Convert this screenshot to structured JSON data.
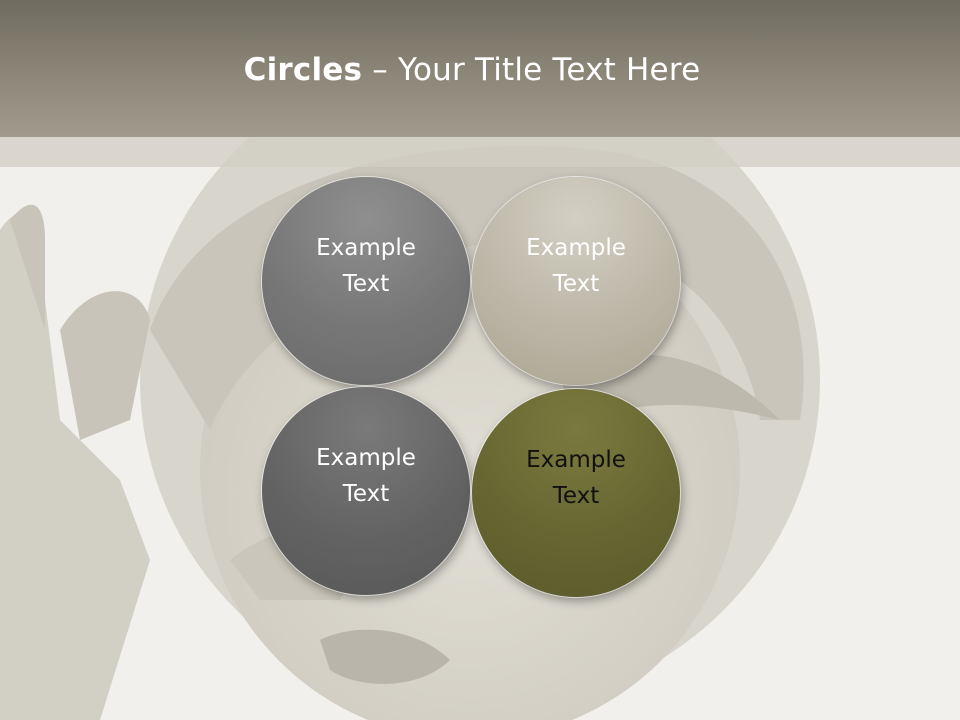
{
  "slide": {
    "title_bold": "Circles",
    "title_rest": " – Your Title Text Here",
    "circles": [
      {
        "label_line1": "Example",
        "label_line2": "Text",
        "color": "#777777"
      },
      {
        "label_line1": "Example",
        "label_line2": "Text",
        "color": "#bbb6a6"
      },
      {
        "label_line1": "Example",
        "label_line2": "Text",
        "color": "#636363"
      },
      {
        "label_line1": "Example",
        "label_line2": "Text",
        "color": "#666632"
      }
    ],
    "colors": {
      "header": "#8c8778",
      "background": "#f1f0ec"
    }
  }
}
